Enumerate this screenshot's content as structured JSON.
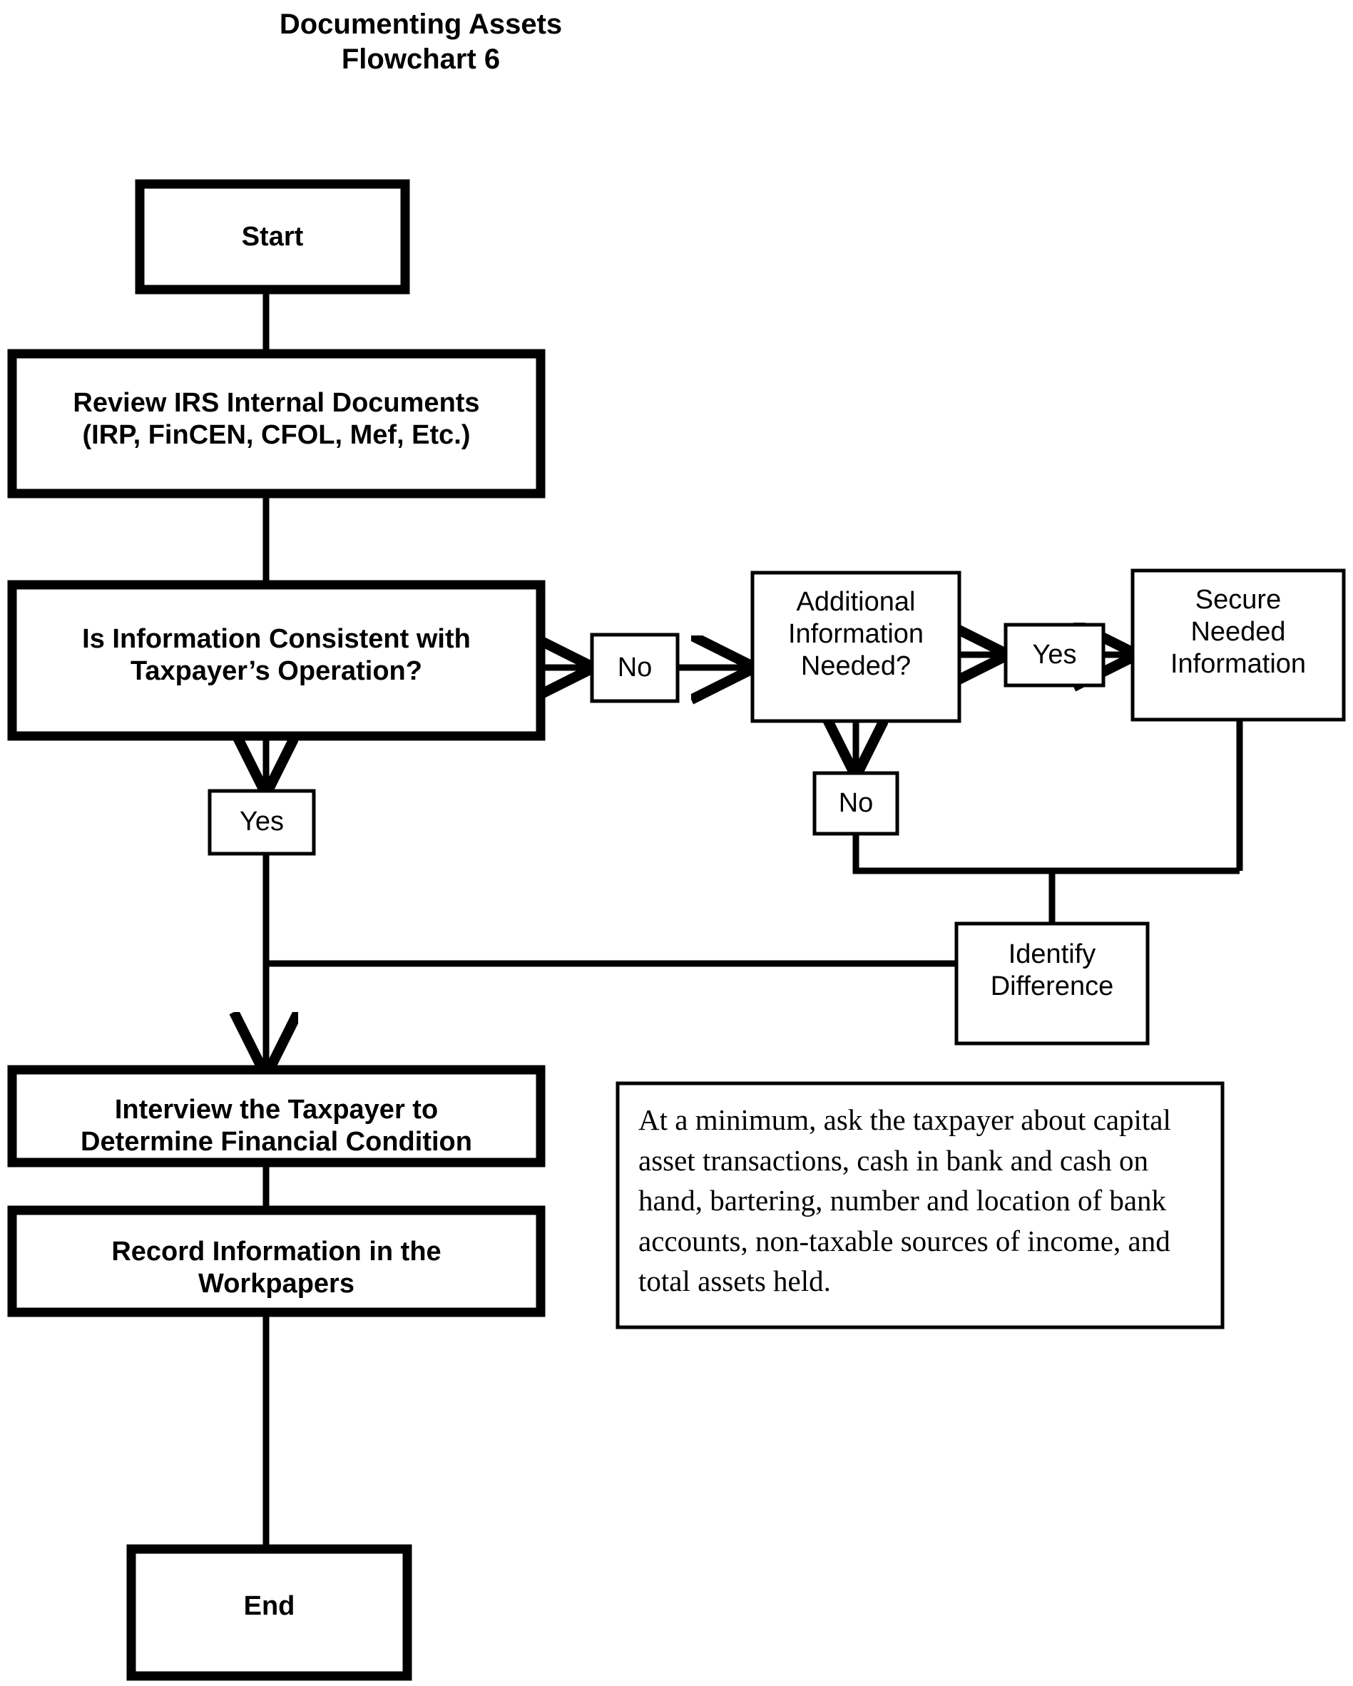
{
  "title": {
    "line1": "Documenting Assets",
    "line2": "Flowchart 6"
  },
  "nodes": {
    "start": {
      "label": "Start"
    },
    "review": {
      "label": "Review IRS Internal Documents\n(IRP, FinCEN, CFOL, Mef, Etc.)"
    },
    "decision": {
      "label": "Is Information Consistent with\nTaxpayer’s Operation?"
    },
    "decision_no": {
      "label": "No"
    },
    "decision_yes": {
      "label": "Yes"
    },
    "additional_info": {
      "label": "Additional\nInformation\nNeeded?"
    },
    "additional_yes": {
      "label": "Yes"
    },
    "additional_no": {
      "label": "No"
    },
    "secure": {
      "label": "Secure\nNeeded\nInformation"
    },
    "identify": {
      "label": "Identify\nDifference"
    },
    "interview": {
      "label": "Interview the Taxpayer to\nDetermine Financial Condition"
    },
    "record": {
      "label": "Record Information in the\nWorkpapers"
    },
    "end": {
      "label": "End"
    },
    "note": {
      "text": "At a minimum, ask the taxpayer about capital asset transactions, cash in bank and cash on hand, bartering, number and location of bank accounts, non-taxable sources of income, and total assets held."
    }
  },
  "colors": {
    "stroke": "#000000",
    "fill": "#ffffff",
    "text": "#000000"
  },
  "chart_data": {
    "type": "flowchart",
    "title": "Documenting Assets Flowchart 6",
    "nodes": [
      {
        "id": "start",
        "label": "Start",
        "shape": "rect",
        "emphasis": "bold"
      },
      {
        "id": "review",
        "label": "Review IRS Internal Documents (IRP, FinCEN, CFOL, Mef, Etc.)",
        "shape": "rect",
        "emphasis": "bold"
      },
      {
        "id": "decision",
        "label": "Is Information Consistent with Taxpayer’s Operation?",
        "shape": "rect",
        "emphasis": "bold"
      },
      {
        "id": "decision_no",
        "label": "No",
        "shape": "rect",
        "emphasis": "plain"
      },
      {
        "id": "decision_yes",
        "label": "Yes",
        "shape": "rect",
        "emphasis": "plain"
      },
      {
        "id": "additional_info",
        "label": "Additional Information Needed?",
        "shape": "rect",
        "emphasis": "plain"
      },
      {
        "id": "additional_yes",
        "label": "Yes",
        "shape": "rect",
        "emphasis": "plain"
      },
      {
        "id": "additional_no",
        "label": "No",
        "shape": "rect",
        "emphasis": "plain"
      },
      {
        "id": "secure",
        "label": "Secure Needed Information",
        "shape": "rect",
        "emphasis": "plain"
      },
      {
        "id": "identify",
        "label": "Identify Difference",
        "shape": "rect",
        "emphasis": "plain"
      },
      {
        "id": "interview",
        "label": "Interview the Taxpayer to Determine Financial Condition",
        "shape": "rect",
        "emphasis": "bold"
      },
      {
        "id": "record",
        "label": "Record Information in the Workpapers",
        "shape": "rect",
        "emphasis": "bold"
      },
      {
        "id": "end",
        "label": "End",
        "shape": "rect",
        "emphasis": "bold"
      },
      {
        "id": "note",
        "label": "At a minimum, ask the taxpayer about capital asset transactions, cash in bank and cash on hand, bartering, number and location of bank accounts, non-taxable sources of income, and total assets held.",
        "shape": "note",
        "emphasis": "serif"
      }
    ],
    "edges": [
      {
        "from": "start",
        "to": "review",
        "label": ""
      },
      {
        "from": "review",
        "to": "decision",
        "label": ""
      },
      {
        "from": "decision",
        "to": "decision_no",
        "label": "No"
      },
      {
        "from": "decision",
        "to": "decision_yes",
        "label": "Yes"
      },
      {
        "from": "decision_no",
        "to": "additional_info",
        "label": ""
      },
      {
        "from": "additional_info",
        "to": "additional_yes",
        "label": "Yes"
      },
      {
        "from": "additional_yes",
        "to": "secure",
        "label": ""
      },
      {
        "from": "additional_info",
        "to": "additional_no",
        "label": "No"
      },
      {
        "from": "additional_no",
        "to": "identify",
        "label": ""
      },
      {
        "from": "secure",
        "to": "identify",
        "label": ""
      },
      {
        "from": "identify",
        "to": "interview",
        "label": ""
      },
      {
        "from": "decision_yes",
        "to": "interview",
        "label": ""
      },
      {
        "from": "interview",
        "to": "record",
        "label": ""
      },
      {
        "from": "record",
        "to": "end",
        "label": ""
      }
    ]
  }
}
